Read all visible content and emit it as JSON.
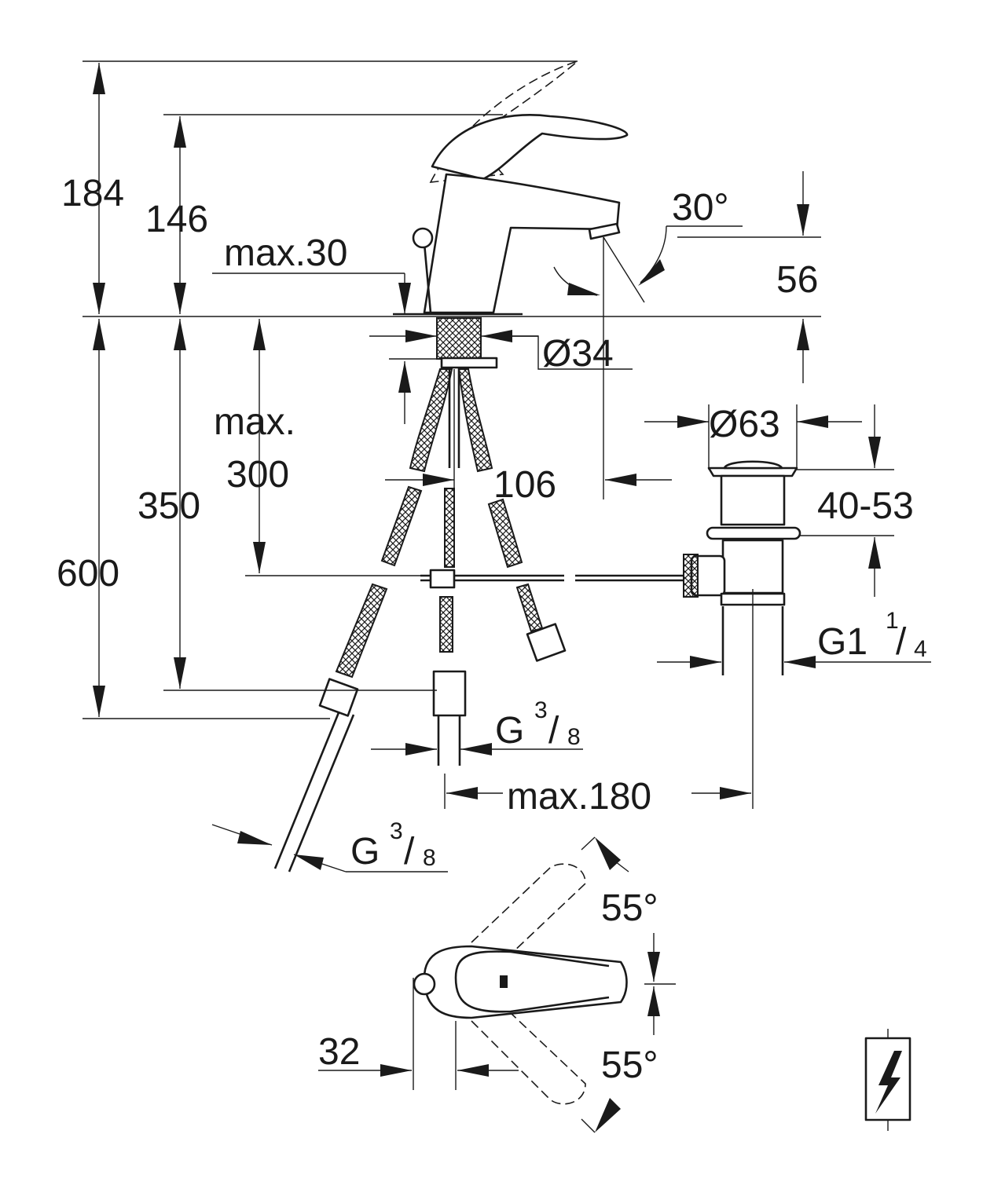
{
  "dimensions": {
    "d184": "184",
    "d146": "146",
    "max30": "max.30",
    "d30deg": "30°",
    "d56": "56",
    "d34": "Ø34",
    "max": "max.",
    "d300": "300",
    "d106": "106",
    "d63": "Ø63",
    "d350": "350",
    "d4053": "40-53",
    "d600": "600",
    "g114": {
      "main": "G1",
      "num": "1",
      "sep": "/",
      "den": "4"
    },
    "g38a": {
      "main": "G",
      "num": "3",
      "sep": "/",
      "den": "8"
    },
    "max180": "max.180",
    "g38b": {
      "main": "G",
      "num": "3",
      "sep": "/",
      "den": "8"
    },
    "d55a": "55°",
    "d55b": "55°",
    "d32": "32"
  },
  "icons": {
    "energy_symbol": "lightning-bolt-icon"
  }
}
